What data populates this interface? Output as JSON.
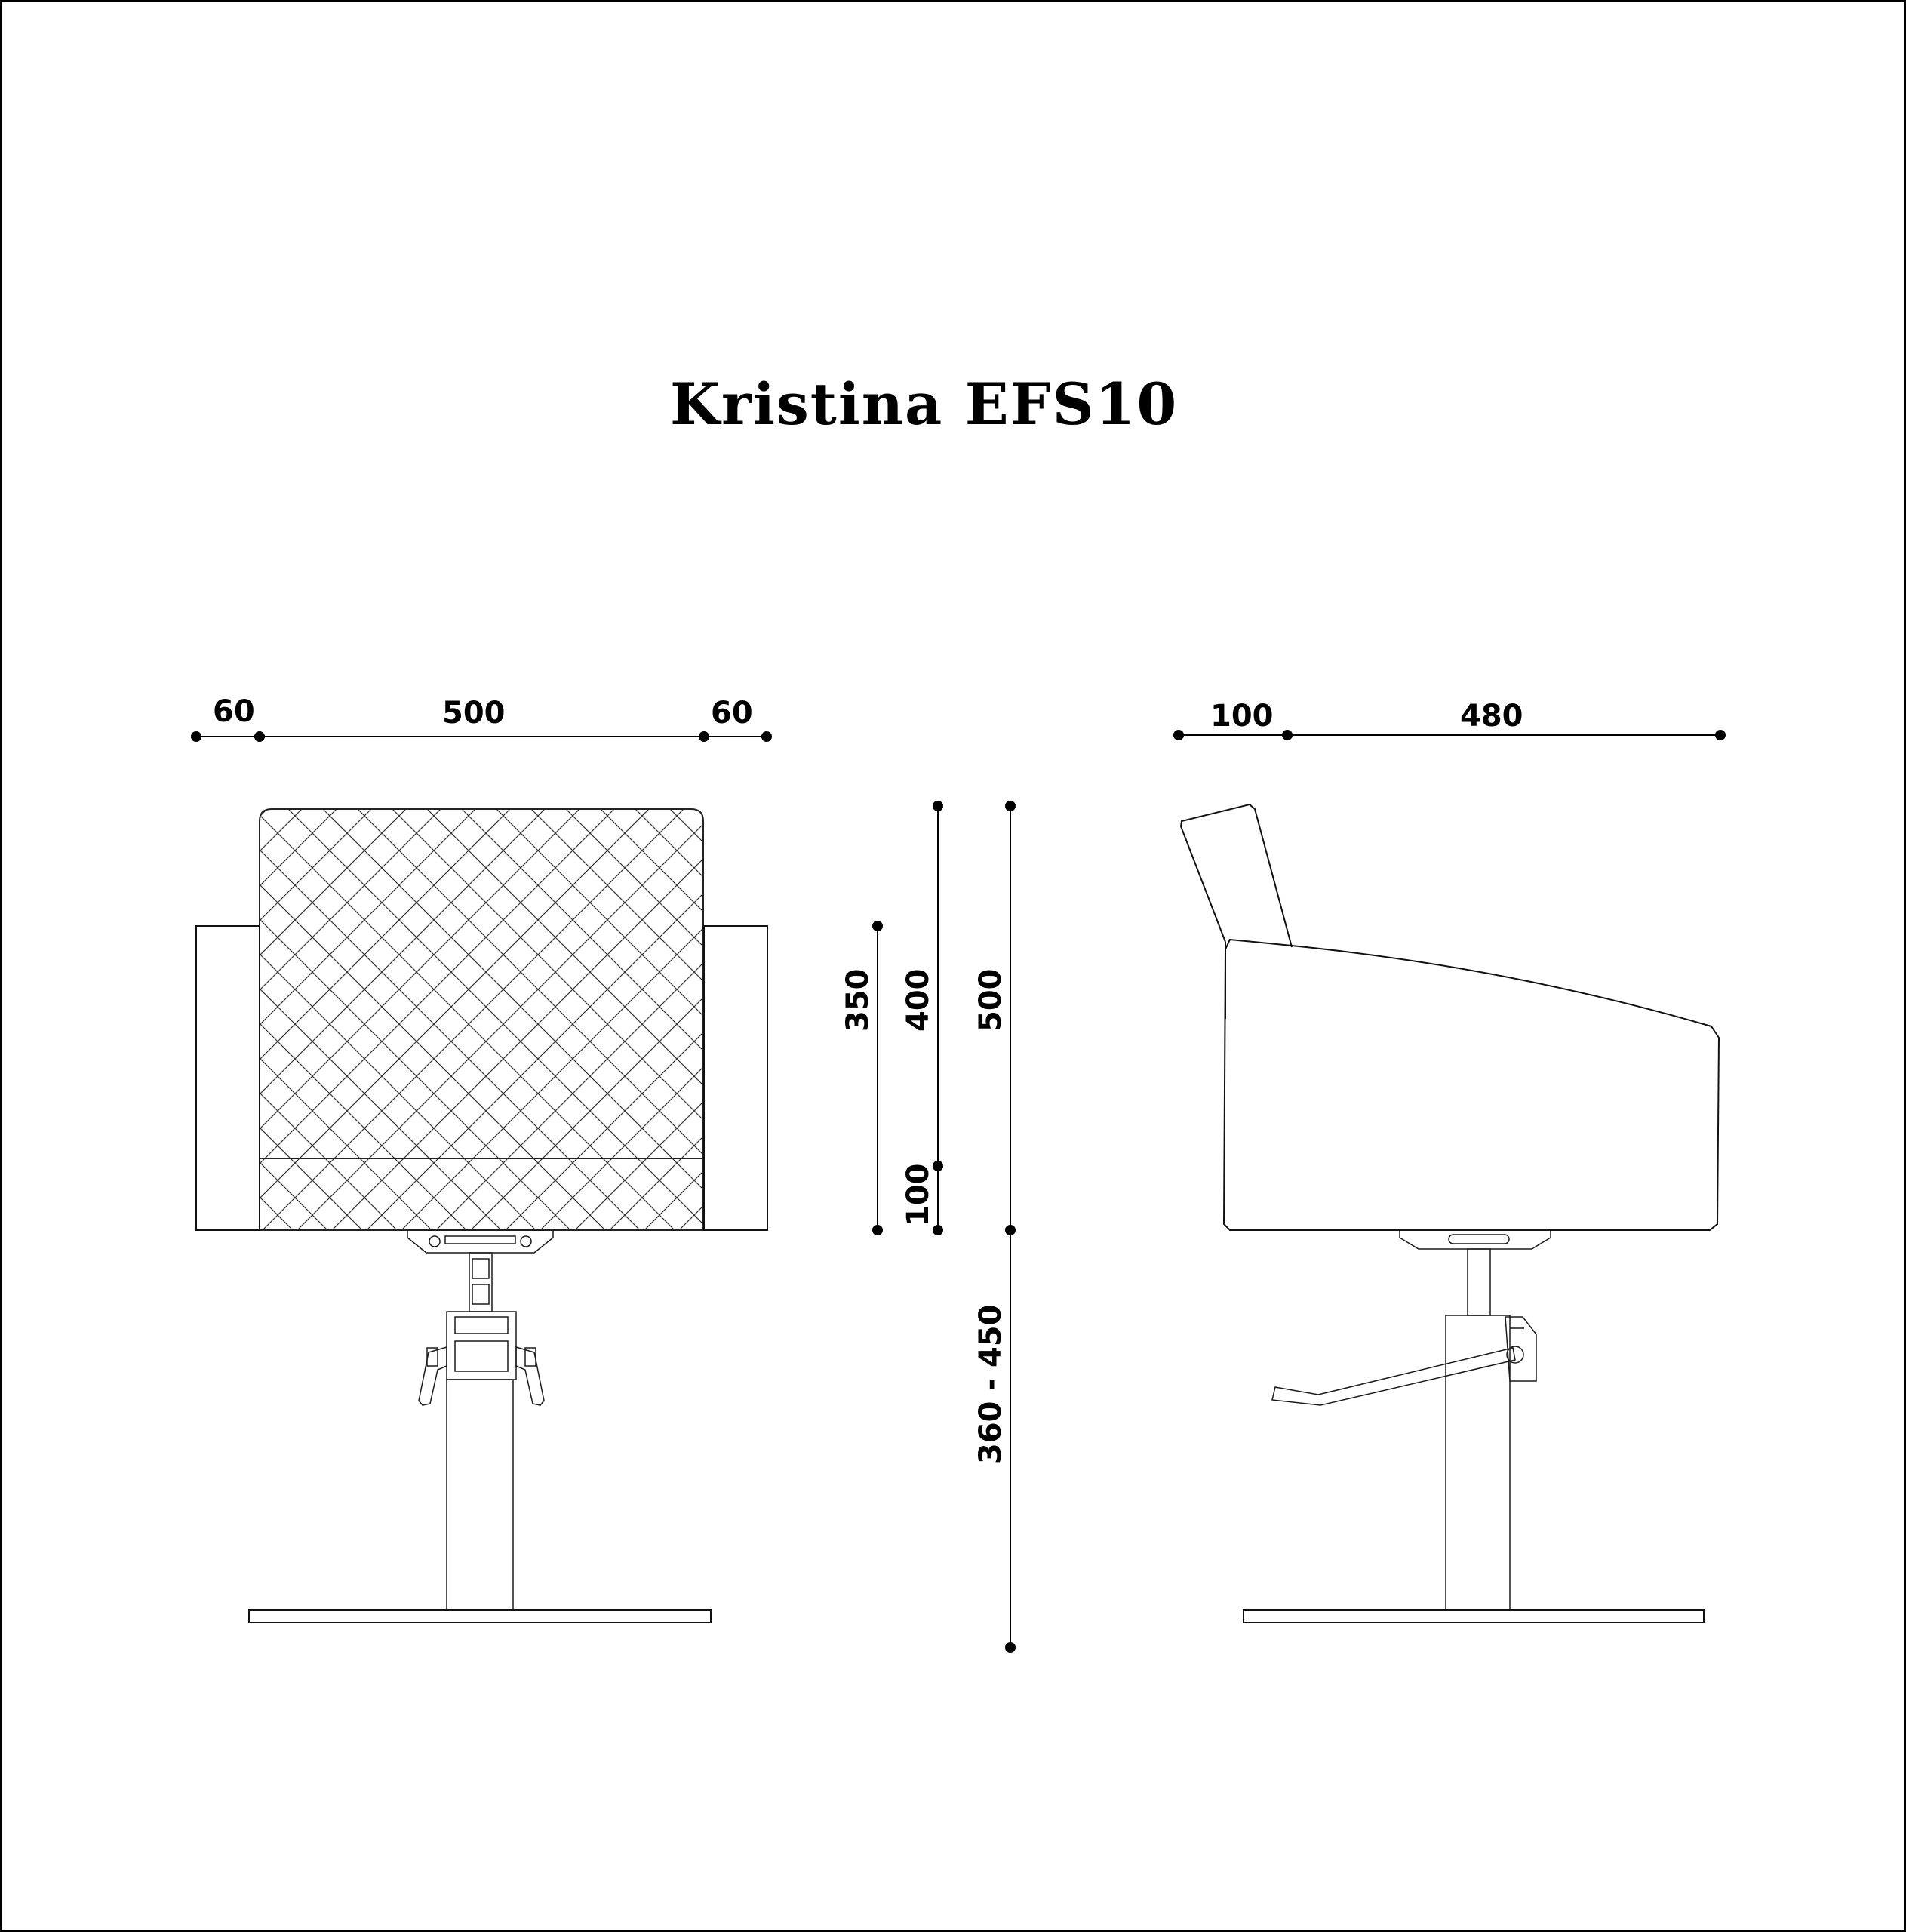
{
  "title": "Kristina EFS10",
  "front_view": {
    "widths": {
      "arm_left": "60",
      "seat": "500",
      "arm_right": "60"
    }
  },
  "heights": {
    "armrest": "350",
    "backrest": "400",
    "seat_cushion": "100",
    "total": "500",
    "lift_range": "360 - 450"
  },
  "side_view": {
    "widths": {
      "back_offset": "100",
      "depth": "480"
    }
  }
}
